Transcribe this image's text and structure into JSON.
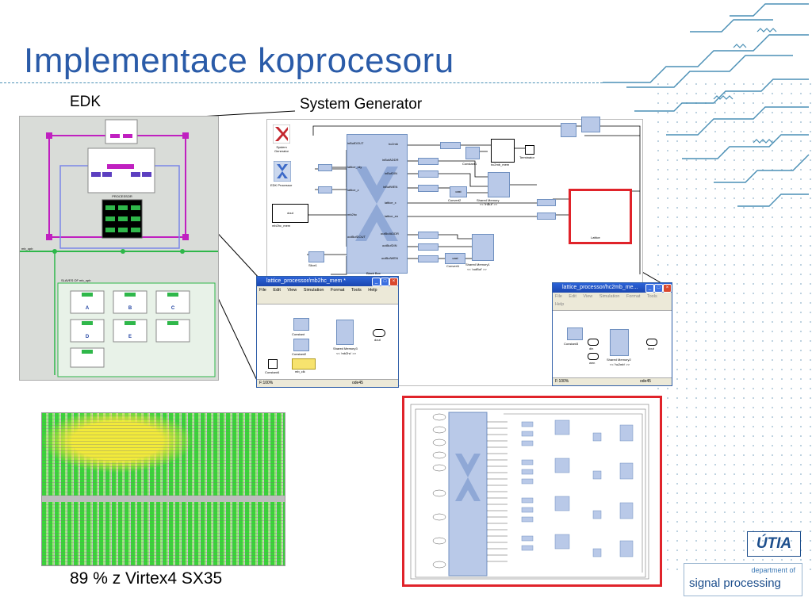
{
  "slide": {
    "title": "Implementace koprocesoru",
    "label_edk": "EDK",
    "label_sysgen": "System Generator",
    "caption_floorplan": "89 % z Virtex4 SX35"
  },
  "edk": {
    "processor_label": "PROCESSOR",
    "slaves_label": "SLAVES OF mb_opb",
    "bus_label": "mb_opb",
    "peripherals": [
      "A",
      "B",
      "C",
      "D",
      "E"
    ]
  },
  "sysgen": {
    "logo_label": "System Generator",
    "edk_processor_label": "EDK Processor",
    "blackbox_label": "Black Box",
    "lattice_label": "Lattice",
    "blackbox_ports_left": [
      "inBufDOUT",
      "lattice_rdy",
      "lattice_z",
      "mb2hc",
      "outBufDOUT"
    ],
    "blackbox_ports_right": [
      "hc2mb",
      "inBufADDR",
      "inBufDIN",
      "inBufWEN",
      "lattice_x",
      "lattice_en",
      "outBufADDR",
      "outBufDIN",
      "outBufWEN"
    ],
    "shared_memory_1": "Shared Memory",
    "shared_memory_1_sub": "<< 'inBuf' >>",
    "shared_memory_2": "Shared Memory1",
    "shared_memory_2_sub": "<< 'outBuf' >>",
    "terminator": "Terminator",
    "hc2mb_mem": "hc2mb_mem",
    "mb2hc_mem": "mb2hc_mem",
    "slice": "Slice1",
    "constant1": "Constant1",
    "convert": "Convert1",
    "convert2": "Convert2"
  },
  "window_left": {
    "title": "lattice_processor/mb2hc_mem *",
    "menu": [
      "File",
      "Edit",
      "View",
      "Simulation",
      "Format",
      "Tools",
      "Help"
    ],
    "status_left": "F:100%",
    "status_right": "ode45",
    "blocks": {
      "constant": "Constant",
      "constant2": "Constant2",
      "constant4": "Constant4",
      "shared": "Shared Memory3",
      "shared_sub": "<< 'mb2hc' >>",
      "dout": "dout",
      "mb_clk": "mb_clk"
    }
  },
  "window_right": {
    "title": "lattice_processor/hc2mb_me...",
    "menu": [
      "File",
      "Edit",
      "View",
      "Simulation",
      "Format",
      "Tools",
      "Help"
    ],
    "status_left": "F:100%",
    "status_right": "ode45",
    "blocks": {
      "constant3": "Constant3",
      "din": "din",
      "wen": "wen",
      "shared": "Shared Memory2",
      "shared_sub": "<< 'hc2mb' >>",
      "dout": "dout"
    }
  },
  "logos": {
    "utia": "ÚTIA",
    "sp_top": "department of",
    "sp_main": "signal processing"
  },
  "colors": {
    "title": "#2a5ba8",
    "highlight_red": "#e0232a",
    "blackbox_fill": "#b9c9e8",
    "edk_magenta": "#c020c0",
    "edk_green": "#2fb74a"
  }
}
